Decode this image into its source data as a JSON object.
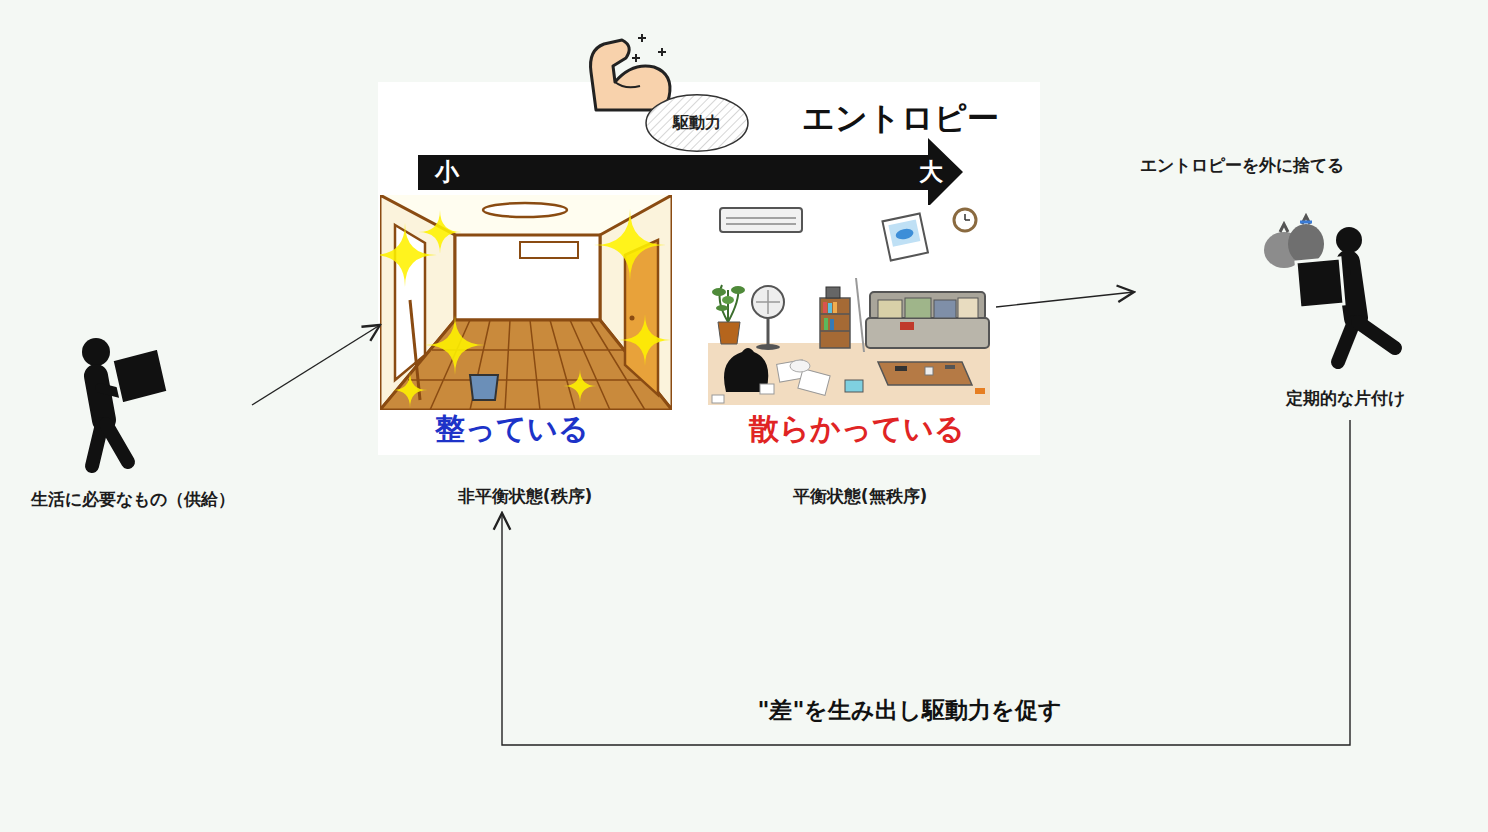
{
  "diagram": {
    "nodes": [
      {
        "text": [
          "生活に必要なもの（供給）"
        ]
      },
      {
        "text": [
          "整っている",
          "非平衡状態(秩序)"
        ]
      },
      {
        "text": [
          "散らかっている",
          "平衡状態(無秩序)"
        ]
      },
      {
        "text": [
          "エントロピーを外に捨てる",
          "定期的な片付け"
        ]
      },
      {
        "text": [
          "駆動力"
        ]
      }
    ],
    "edges": [
      {
        "from": 0,
        "to": 1,
        "arrow": "to"
      },
      {
        "from": 2,
        "to": 3,
        "arrow": "to"
      },
      {
        "from": 3,
        "to": 1,
        "label": "\"差\"を生み出し駆動力を促す",
        "arrow": "to"
      }
    ],
    "labels": [
      "エントロピー",
      "小",
      "大"
    ]
  }
}
